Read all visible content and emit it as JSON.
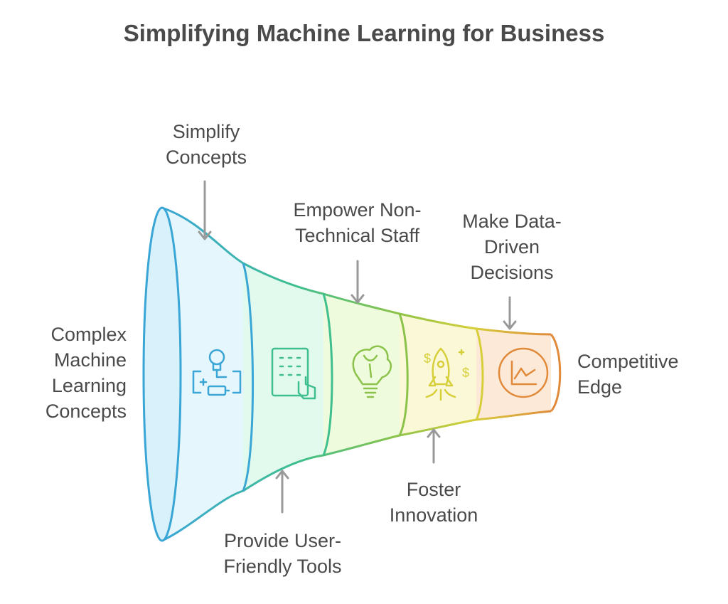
{
  "title": "Simplifying Machine Learning for Business",
  "labels": {
    "start": [
      "Complex",
      "Machine",
      "Learning",
      "Concepts"
    ],
    "simplify": [
      "Simplify",
      "Concepts"
    ],
    "tools": [
      "Provide User-",
      "Friendly Tools"
    ],
    "empower": [
      "Empower Non-",
      "Technical Staff"
    ],
    "innovation": [
      "Foster",
      "Innovation"
    ],
    "decisions": [
      "Make Data-",
      "Driven",
      "Decisions"
    ],
    "end": [
      "Competitive",
      "Edge"
    ]
  },
  "stages": [
    {
      "name": "stage-1",
      "icon": "lightbulb-circuit-icon",
      "stroke": "#3aa6d6",
      "fill": "#e6f6fd"
    },
    {
      "name": "stage-2",
      "icon": "keypad-touch-icon",
      "stroke": "#3fbf8e",
      "fill": "#e2f9ee"
    },
    {
      "name": "stage-3",
      "icon": "brain-gear-icon",
      "stroke": "#8bc34a",
      "fill": "#eefbdc"
    },
    {
      "name": "stage-4",
      "icon": "rocket-money-icon",
      "stroke": "#d6cf3a",
      "fill": "#fbf8d8"
    },
    {
      "name": "stage-5",
      "icon": "chart-circle-icon",
      "stroke": "#e08a3a",
      "fill": "#fde9d8"
    }
  ]
}
